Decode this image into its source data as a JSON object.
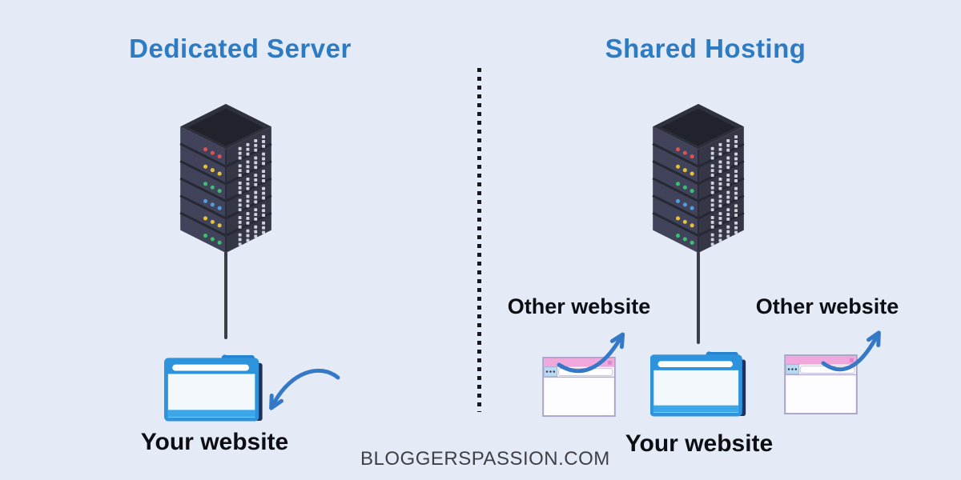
{
  "left": {
    "title": "Dedicated Server",
    "website_label": "Your website"
  },
  "right": {
    "title": "Shared Hosting",
    "website_label": "Your website",
    "other_labels": [
      "Other website",
      "Other website"
    ]
  },
  "footer": {
    "watermark": "BLOGGERSPASSION.COM"
  },
  "icons": {
    "server": "server-rack-icon",
    "your_website": "browser-window-icon",
    "other_website": "small-browser-window-icon",
    "arrow": "curved-arrow-icon",
    "divider": "dotted-divider-line"
  },
  "colors": {
    "background": "#e4ebf7",
    "heading_blue": "#2d7cc3",
    "label_black": "#0c0e13",
    "arrow_blue": "#3579c6",
    "browser_blue": "#2e93dd",
    "browser_blue_dark": "#2484d2",
    "browser_pink": "#f0a8dc",
    "divider_black": "#16181d",
    "watermark_gray": "#3f3f45",
    "connector_gray": "#3c3f46",
    "led_colors": [
      "#e05252",
      "#e6c13a",
      "#3dbf72",
      "#4f9fe0",
      "#e6c13a",
      "#3dbf72"
    ]
  }
}
